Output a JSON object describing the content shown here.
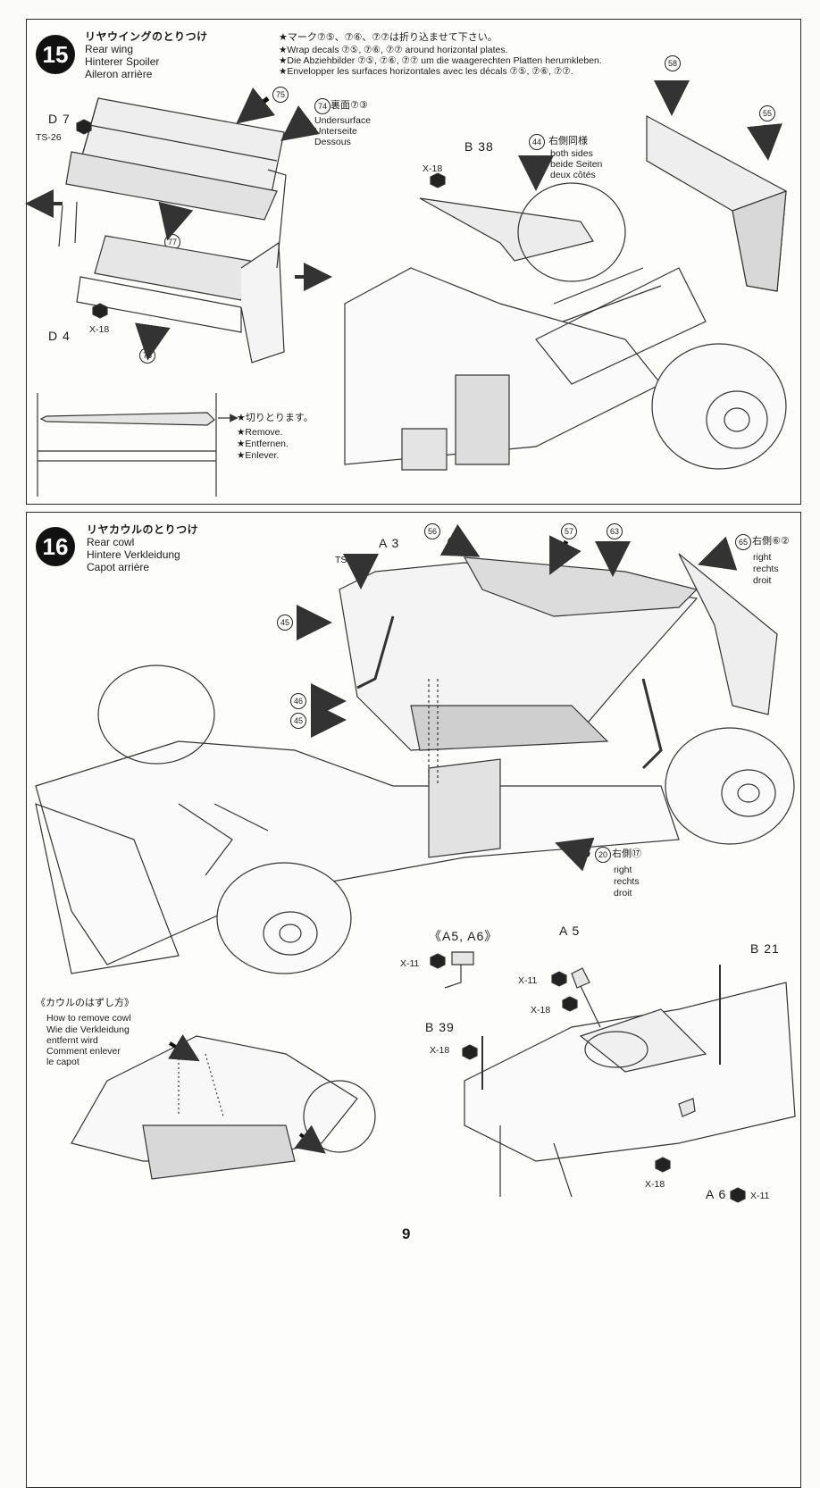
{
  "step15": {
    "number": "15",
    "title_jp": "リヤウイングのとりつけ",
    "title_en": "Rear wing",
    "title_de": "Hinterer Spoiler",
    "title_fr": "Aileron arrière",
    "note_jp": "★マーク⑦⑤、⑦⑥、⑦⑦は折り込ませて下さい。",
    "note_en": "★Wrap decals ⑦⑤, ⑦⑥, ⑦⑦ around horizontal plates.",
    "note_de": "★Die Abziehbilder ⑦⑤, ⑦⑥, ⑦⑦ um die waagerechten Platten herumkleben.",
    "note_fr": "★Envelopper les surfaces horizontales avec les décals ⑦⑤, ⑦⑥, ⑦⑦.",
    "labels": {
      "d7": "D 7",
      "ts26": "TS-26",
      "d4": "D 4",
      "x18a": "X-18",
      "x18b": "X-18",
      "b38": "B 38",
      "c75": "75",
      "c74_text": "裏面⑦③",
      "c74": "74",
      "under_en": "Undersurface",
      "under_de": "Unterseite",
      "under_fr": "Dessous",
      "c77": "77",
      "c76": "76",
      "c44": "44",
      "c44_jp": "右側同様",
      "c44_en": "both sides",
      "c44_de": "beide Seiten",
      "c44_fr": "deux côtés",
      "c58": "58",
      "c55": "55"
    },
    "remove_jp": "★切りとります。",
    "remove_en": "★Remove.",
    "remove_de": "★Entfernen.",
    "remove_fr": "★Enlever."
  },
  "step16": {
    "number": "16",
    "title_jp": "リヤカウルのとりつけ",
    "title_en": "Rear cowl",
    "title_de": "Hintere Verkleidung",
    "title_fr": "Capot arrière",
    "labels": {
      "a3": "A 3",
      "ts26": "TS-26",
      "c56": "56",
      "c57": "57",
      "c63": "63",
      "c65": "65",
      "c65_jp": "右側⑥②",
      "c65_en": "right",
      "c65_de": "rechts",
      "c65_fr": "droit",
      "c45a": "45",
      "c46": "46",
      "c45b": "45",
      "c20": "20",
      "c20_jp": "右側⑰",
      "c20_en": "right",
      "c20_de": "rechts",
      "c20_fr": "droit"
    },
    "a5a6_title": "《A5, A6》",
    "x11a": "X-11",
    "howto_jp": "《カウルのはずし方》",
    "howto_en": "How to remove cowl",
    "howto_de1": "Wie die Verkleidung",
    "howto_de2": "entfernt wird",
    "howto_fr1": "Comment enlever",
    "howto_fr2": "le capot",
    "detail": {
      "a5": "A 5",
      "x11b": "X-11",
      "x18c": "X-18",
      "b21": "B 21",
      "b39": "B 39",
      "x18d": "X-18",
      "x18e": "X-18",
      "a6": "A 6",
      "x11c": "X-11"
    }
  },
  "page_number": "9"
}
